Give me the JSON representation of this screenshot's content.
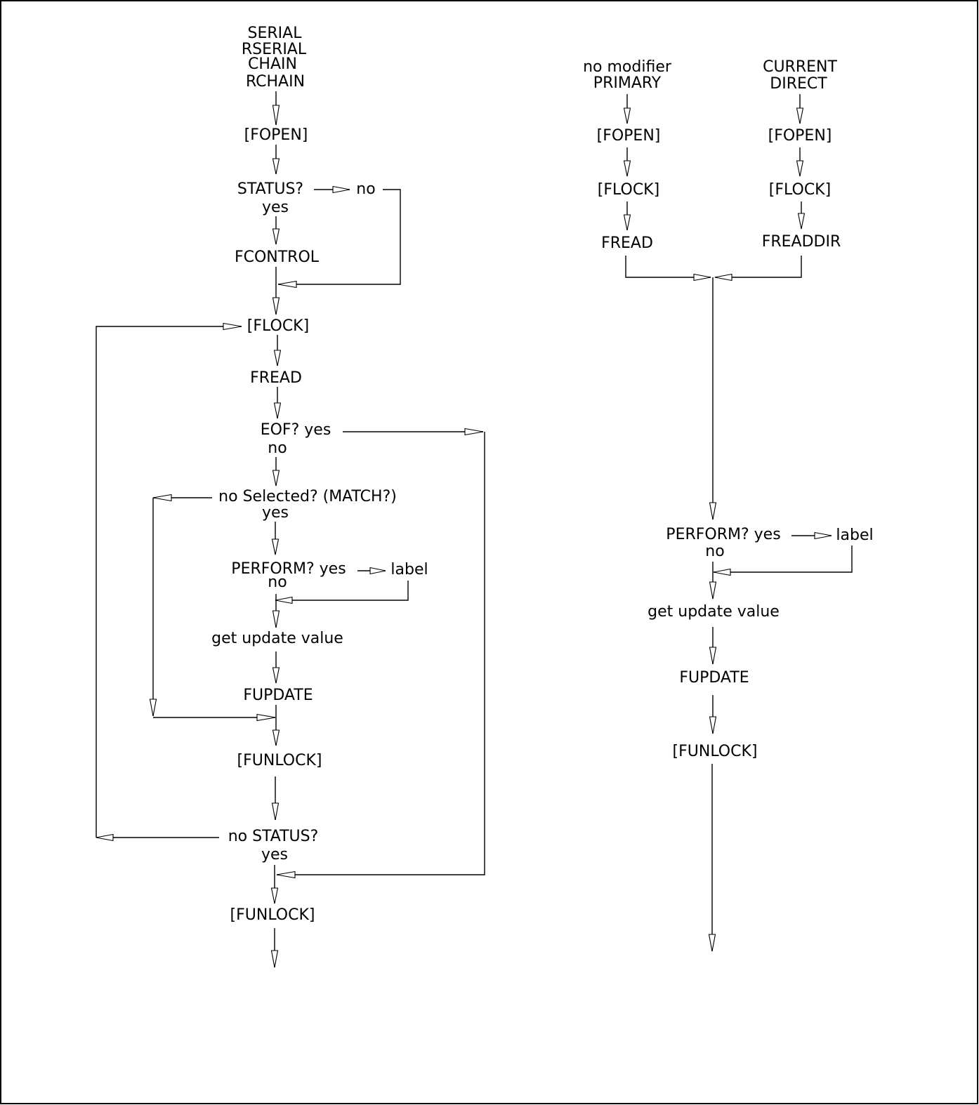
{
  "left": {
    "heading": [
      "SERIAL",
      "RSERIAL",
      "CHAIN",
      "RCHAIN"
    ],
    "fopen": "[FOPEN]",
    "status1": "STATUS?",
    "status1_no": "no",
    "status1_yes": "yes",
    "fcontrol": "FCONTROL",
    "flock": "[FLOCK]",
    "fread": "FREAD",
    "eof": "EOF? yes",
    "eof_no": "no",
    "selected": "no Selected? (MATCH?)",
    "selected_yes": "yes",
    "perform": "PERFORM? yes",
    "perform_label": "label",
    "perform_no": "no",
    "get_update": "get update value",
    "fupdate": "FUPDATE",
    "funlock1": "[FUNLOCK]",
    "status2": "no STATUS?",
    "status2_yes": "yes",
    "funlock2": "[FUNLOCK]"
  },
  "right_a": {
    "heading": [
      "no modifier",
      "PRIMARY"
    ],
    "fopen": "[FOPEN]",
    "flock": "[FLOCK]",
    "fread": "FREAD"
  },
  "right_b": {
    "heading": [
      "CURRENT",
      "DIRECT"
    ],
    "fopen": "[FOPEN]",
    "flock": "[FLOCK]",
    "freaddir": "FREADDIR"
  },
  "right_common": {
    "perform": "PERFORM? yes",
    "perform_label": "label",
    "perform_no": "no",
    "get_update": "get update value",
    "fupdate": "FUPDATE",
    "funlock": "[FUNLOCK]"
  }
}
